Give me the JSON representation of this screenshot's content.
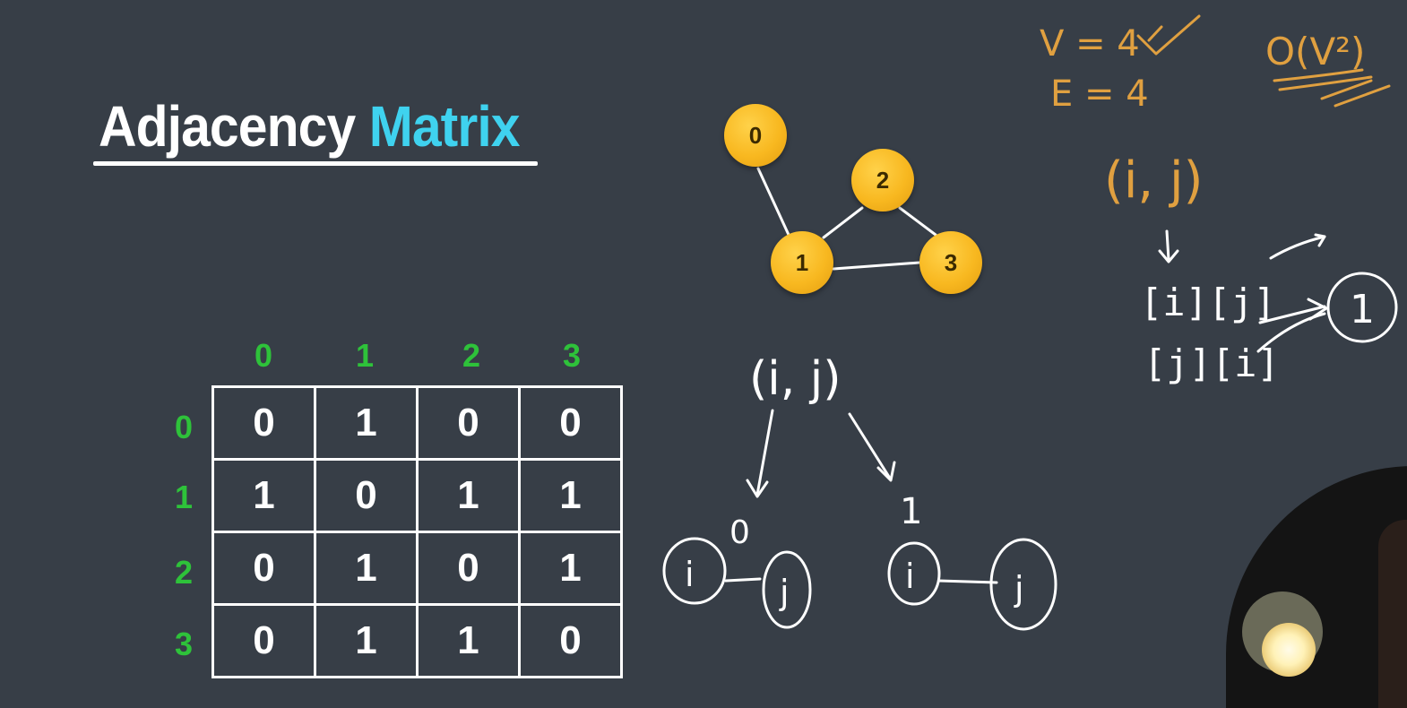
{
  "title": {
    "word1": "Adjacency",
    "word2": "Matrix"
  },
  "matrix": {
    "col_headers": [
      "0",
      "1",
      "2",
      "3"
    ],
    "row_headers": [
      "0",
      "1",
      "2",
      "3"
    ],
    "rows": [
      [
        "0",
        "1",
        "0",
        "0"
      ],
      [
        "1",
        "0",
        "1",
        "1"
      ],
      [
        "0",
        "1",
        "0",
        "1"
      ],
      [
        "0",
        "1",
        "1",
        "0"
      ]
    ]
  },
  "graph": {
    "nodes": [
      "0",
      "1",
      "2",
      "3"
    ],
    "edges": [
      [
        "0",
        "1"
      ],
      [
        "1",
        "2"
      ],
      [
        "2",
        "3"
      ],
      [
        "1",
        "3"
      ]
    ]
  },
  "notes": {
    "v_eq": "V = 4",
    "e_eq": "E = 4",
    "complexity": "O(V²)",
    "pair_right": "(i, j)",
    "index_ij": "[i][j]",
    "index_ji": "[j][i]",
    "one_circle": "1",
    "pair_center": "(i, j)",
    "left_label": "0",
    "right_label": "1",
    "node_i": "i",
    "node_j": "j"
  },
  "colors": {
    "background": "#373e47",
    "accent_title": "#3fd2ef",
    "header_green": "#2ec23a",
    "node_fill": "#f8b820",
    "handwriting_orange": "#e0a040",
    "chalk_white": "#ffffff"
  }
}
